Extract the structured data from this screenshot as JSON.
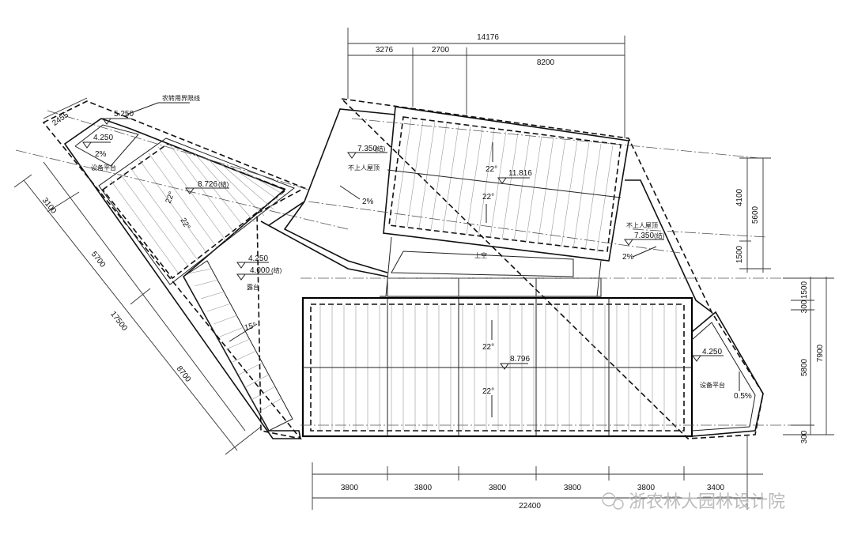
{
  "top_dims": {
    "total": "14176",
    "segments": [
      "3276",
      "2700",
      "8200"
    ]
  },
  "bottom_dims": {
    "total": "22400",
    "segments": [
      "3800",
      "3800",
      "3800",
      "3800",
      "3800",
      "3400"
    ]
  },
  "right_dims": {
    "upper_total": "5600",
    "upper_segments": [
      "4100",
      "1500"
    ],
    "lower_total": "7900",
    "lower_segments": [
      "1500",
      "300",
      "5800",
      "300"
    ]
  },
  "left_dims": {
    "total": "17500",
    "segments": [
      "2455",
      "3100",
      "5700",
      "8700"
    ]
  },
  "labels": {
    "top_note": "农转用界限线",
    "elev_5250": "5.250",
    "elev_4250_left": "4.250",
    "slope_2_left": "2%",
    "equip_left": "设备平台",
    "angle_22_a": "22°",
    "angle_22_b": "22°",
    "ridge_8726": "8.726",
    "ridge_8726_note": "(结)",
    "elev_4250_mid": "4.250",
    "elev_4000": "4.000",
    "elev_4000_note": "(结)",
    "terrace": "露台",
    "angle_15": "15°",
    "elev_7350_a": "7.350",
    "elev_7350_a_note": "(结)",
    "no_access_a": "不上人屋顶",
    "slope_2_mid": "2%",
    "angle_22_c": "22°",
    "ridge_11816": "11.816",
    "angle_22_d": "22°",
    "no_access_b": "不上人屋顶",
    "elev_7350_b": "7.350",
    "elev_7350_b_note": "(结)",
    "slope_2_right": "2%",
    "void": "上空",
    "angle_22_e": "22°",
    "ridge_8796": "8.796",
    "angle_22_f": "22°",
    "elev_4250_right": "4.250",
    "equip_right": "设备平台",
    "slope_05": "0.5%"
  },
  "watermark": "浙农林大园林设计院"
}
